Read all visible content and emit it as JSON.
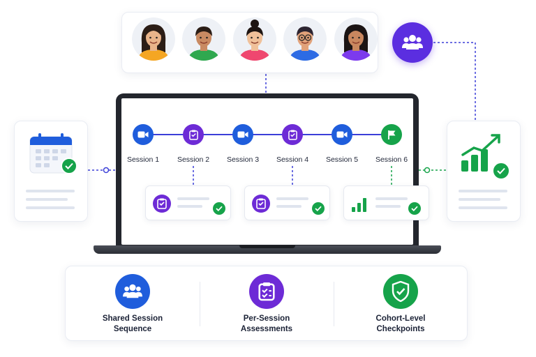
{
  "sessions": [
    {
      "label": "Session 1",
      "icon": "video-camera-icon",
      "color": "#1f5ddc"
    },
    {
      "label": "Session 2",
      "icon": "clipboard-check-icon",
      "color": "#6d2bd6"
    },
    {
      "label": "Session 3",
      "icon": "video-camera-icon",
      "color": "#1f5ddc"
    },
    {
      "label": "Session 4",
      "icon": "clipboard-check-icon",
      "color": "#6d2bd6"
    },
    {
      "label": "Session 5",
      "icon": "video-camera-icon",
      "color": "#1f5ddc"
    },
    {
      "label": "Session 6",
      "icon": "flag-icon",
      "color": "#16a34a"
    }
  ],
  "participants": [
    {
      "icon": "woman-avatar-icon",
      "shirt": "#f5a623"
    },
    {
      "icon": "man-avatar-icon",
      "shirt": "#2fa84f"
    },
    {
      "icon": "woman-bun-avatar-icon",
      "shirt": "#ef476f"
    },
    {
      "icon": "man-glasses-avatar-icon",
      "shirt": "#2d6be4"
    },
    {
      "icon": "woman-avatar-icon",
      "shirt": "#7c3aed"
    }
  ],
  "features": [
    {
      "label_line1": "Shared Session",
      "label_line2": "Sequence",
      "icon": "users-group-icon",
      "color": "#1f5ddc"
    },
    {
      "label_line1": "Per-Session",
      "label_line2": "Assessments",
      "icon": "clipboard-check-icon",
      "color": "#6d2bd6"
    },
    {
      "label_line1": "Cohort-Level",
      "label_line2": "Checkpoints",
      "icon": "shield-check-icon",
      "color": "#16a34a"
    }
  ],
  "colors": {
    "accent_purple": "#5b2ee0",
    "accent_blue": "#1f5ddc",
    "accent_green": "#16a34a",
    "connector": "#3b3fd8",
    "connector_green": "#16a34a"
  }
}
